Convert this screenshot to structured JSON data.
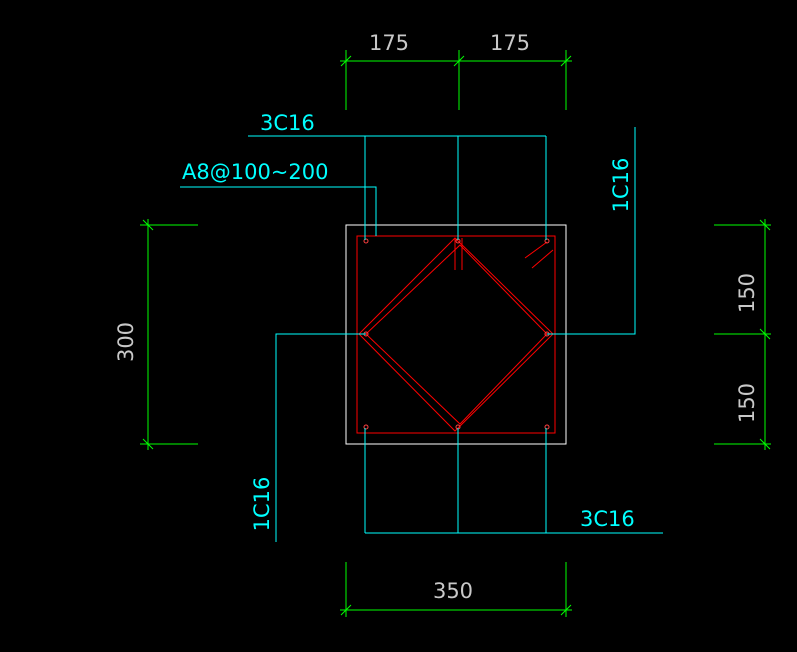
{
  "colors": {
    "background": "#000000",
    "dimension": "#00ff00",
    "dimension_text": "#c8c8c8",
    "leader": "#00ffff",
    "rebar_label": "#00ffff",
    "stirrup": "#ff0000",
    "outline": "#ffffff"
  },
  "dimensions": {
    "top_left": "175",
    "top_right": "175",
    "bottom_total": "350",
    "left_total": "300",
    "right_upper": "150",
    "right_lower": "150"
  },
  "labels": {
    "top_bars": "3C16",
    "bottom_bars": "3C16",
    "right_bar": "1C16",
    "left_bar": "1C16",
    "stirrup_spec": "A8@100~200"
  }
}
